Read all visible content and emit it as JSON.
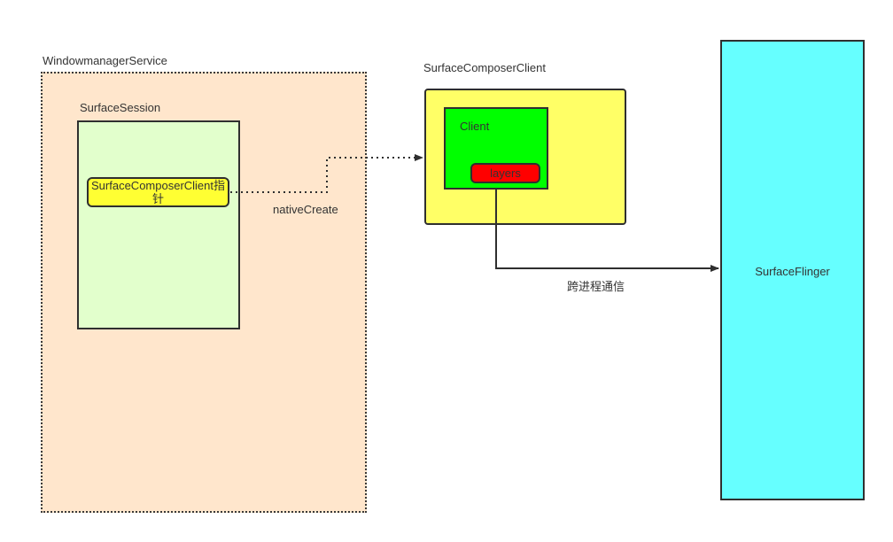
{
  "diagram": {
    "title": "Android SurfaceComposerClient creation flow",
    "nodes": {
      "wms": {
        "label": "WindowmanagerService",
        "fill": "#ffe6cc",
        "stroke": "#3a3a3a",
        "border_style": "dotted"
      },
      "surface_session": {
        "label": "SurfaceSession",
        "fill": "#e2ffcc",
        "stroke": "#2f2f2f"
      },
      "scc_pointer": {
        "label": "SurfaceComposerClient指针",
        "fill": "#ffff33",
        "stroke": "#2f2f2f"
      },
      "scc": {
        "label": "SurfaceComposerClient",
        "fill": "#ffff66",
        "stroke": "#2f2f2f"
      },
      "client": {
        "label": "Client",
        "fill": "#00ff00",
        "stroke": "#2f2f2f"
      },
      "layers": {
        "label": "layers",
        "fill": "#ff0000",
        "stroke": "#2f2f2f"
      },
      "surface_flinger": {
        "label": "SurfaceFlinger",
        "fill": "#66ffff",
        "stroke": "#2f2f2f"
      }
    },
    "edges": [
      {
        "id": "native-create",
        "label": "nativeCreate",
        "from": "scc_pointer",
        "to": "scc",
        "style": "dotted",
        "arrow": "end"
      },
      {
        "id": "ipc",
        "label": "跨进程通信",
        "from": "client",
        "to": "surface_flinger",
        "style": "solid",
        "arrow": "end"
      }
    ]
  }
}
